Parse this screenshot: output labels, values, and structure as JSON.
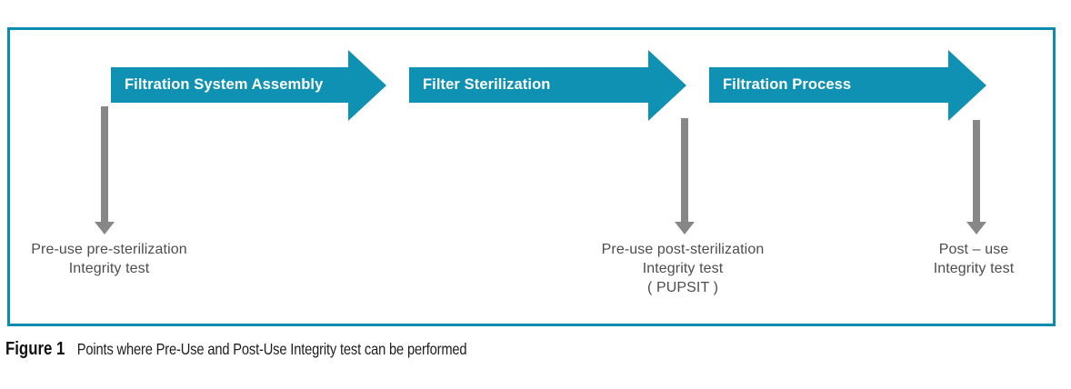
{
  "diagram": {
    "steps": [
      {
        "label": "Filtration System Assembly"
      },
      {
        "label": "Filter Sterilization"
      },
      {
        "label": "Filtration Process"
      }
    ],
    "tests": [
      {
        "lines": [
          "Pre-use pre-sterilization",
          "Integrity test"
        ]
      },
      {
        "lines": [
          "Pre-use post-sterilization",
          "Integrity test",
          "( PUPSIT )"
        ]
      },
      {
        "lines": [
          "Post – use",
          "Integrity test"
        ]
      }
    ],
    "colors": {
      "step_arrow": "#0f91b4",
      "down_arrow": "#878787",
      "frame_border": "#0a8cae",
      "test_label_text": "#4d4d4f",
      "step_label_text": "#ffffff"
    }
  },
  "caption": {
    "figure_label": "Figure 1",
    "text": "Points where Pre-Use and Post-Use Integrity test can be performed"
  }
}
